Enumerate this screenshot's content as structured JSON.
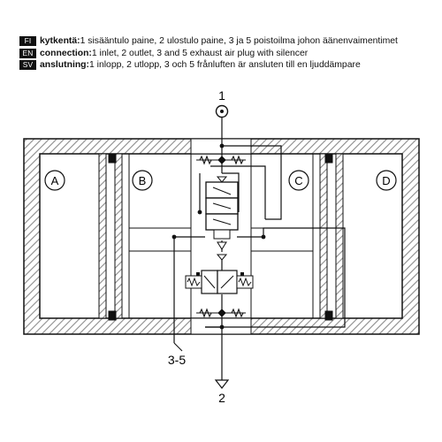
{
  "legend": [
    {
      "code": "FI",
      "term": "kytkentä:",
      "text": " 1 sisääntulo paine, 2 ulostulo paine, 3 ja 5 poistoilma johon äänenvaimentimet"
    },
    {
      "code": "EN",
      "term": "connection:",
      "text": " 1 inlet, 2 outlet, 3 and 5 exhaust air plug with silencer"
    },
    {
      "code": "SV",
      "term": "anslutning:",
      "text": " 1 inlopp, 2 utlopp, 3 och 5 frånluften är ansluten till en ljuddämpare"
    }
  ],
  "ports": {
    "inlet": "1",
    "outlet": "2",
    "exhaust": "3-5"
  },
  "chambers": [
    "A",
    "B",
    "C",
    "D"
  ],
  "colors": {
    "hatch": "#9a9a9a",
    "line": "#111111",
    "background": "#ffffff"
  }
}
